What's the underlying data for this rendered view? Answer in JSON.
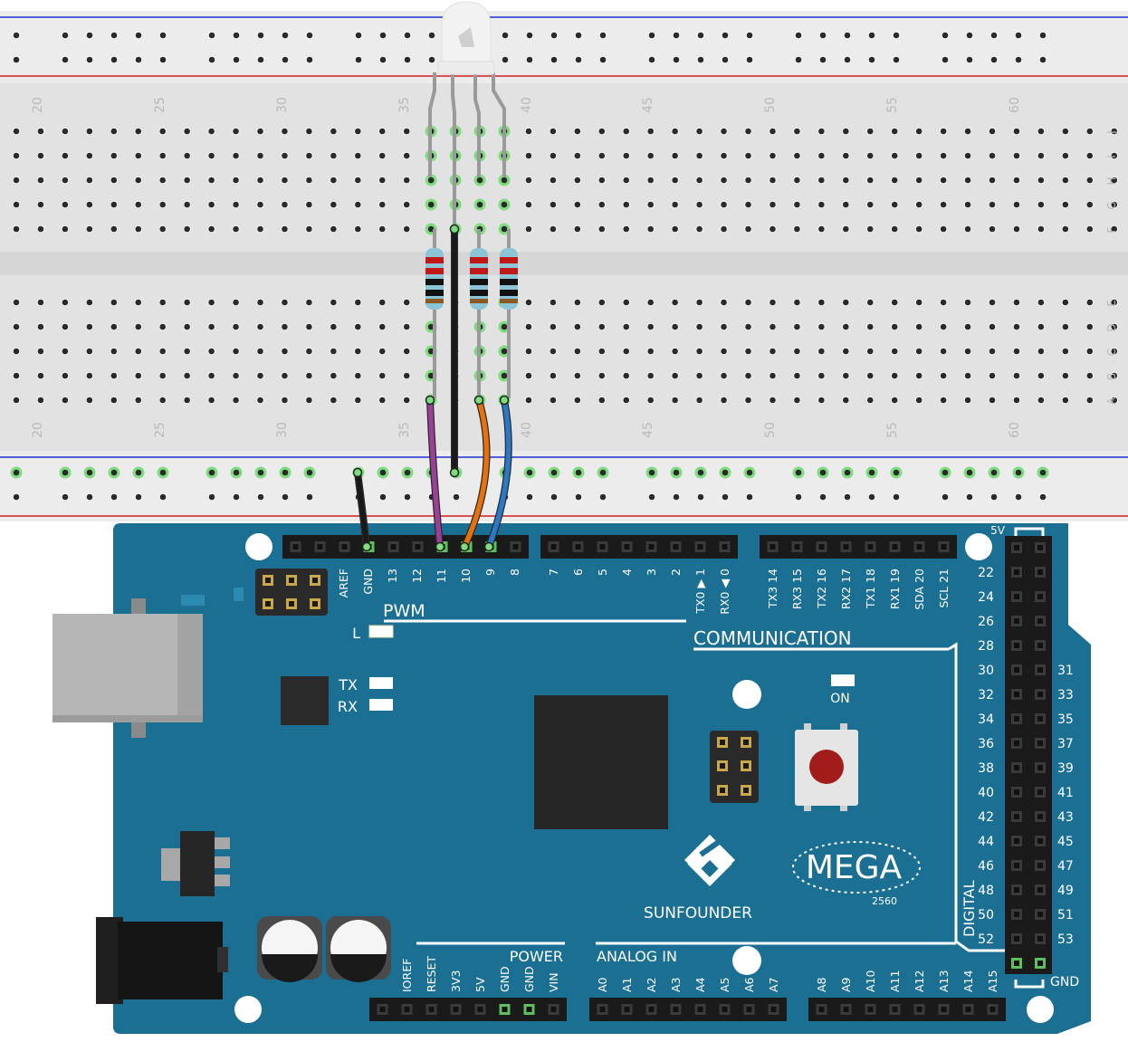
{
  "breadboard": {
    "column_numbers": [
      "20",
      "25",
      "30",
      "35",
      "40",
      "45",
      "50",
      "55",
      "60"
    ],
    "row_letters_top": [
      "J",
      "I",
      "H",
      "G",
      "F"
    ],
    "row_letters_bottom": [
      "E",
      "D",
      "C",
      "B",
      "A"
    ]
  },
  "board": {
    "brand": "SUNFOUNDER",
    "model": "MEGA",
    "model_sub": "2560",
    "pwm_label": "PWM",
    "comm_label": "COMMUNICATION",
    "power_label": "POWER",
    "analog_label": "ANALOG IN",
    "digital_label": "DIGITAL",
    "led_l": "L",
    "led_tx": "TX",
    "led_rx": "RX",
    "led_on": "ON",
    "top_pins_left": [
      "AREF",
      "GND",
      "13",
      "12",
      "11",
      "10",
      "9",
      "8"
    ],
    "top_pins_mid": [
      "7",
      "6",
      "5",
      "4",
      "3",
      "2",
      "TX0 ▶ 1",
      "RX0 ◀ 0"
    ],
    "top_pins_right": [
      "TX3 14",
      "RX3 15",
      "TX2 16",
      "RX2 17",
      "TX1 18",
      "RX1 19",
      "SDA 20",
      "SCL 21"
    ],
    "power_pins": [
      "IOREF",
      "RESET",
      "3V3",
      "5V",
      "GND",
      "GND",
      "VIN"
    ],
    "analog_pins_a": [
      "A0",
      "A1",
      "A2",
      "A3",
      "A4",
      "A5",
      "A6",
      "A7"
    ],
    "analog_pins_b": [
      "A8",
      "A9",
      "A10",
      "A11",
      "A12",
      "A13",
      "A14",
      "A15"
    ],
    "digital_left": [
      "22",
      "24",
      "26",
      "28",
      "30",
      "32",
      "34",
      "36",
      "38",
      "40",
      "42",
      "44",
      "46",
      "48",
      "50",
      "52"
    ],
    "digital_right": [
      "31",
      "33",
      "35",
      "37",
      "39",
      "41",
      "43",
      "45",
      "47",
      "49",
      "51",
      "53"
    ],
    "header_5v": "5V",
    "header_gnd": "GND"
  },
  "wires": [
    {
      "name": "gnd-wire",
      "color": "#1a1a1a"
    },
    {
      "name": "red-channel-wire",
      "color": "#9c3f98"
    },
    {
      "name": "green-channel-wire",
      "color": "#e8710e"
    },
    {
      "name": "blue-channel-wire",
      "color": "#2a78c8"
    },
    {
      "name": "common-wire",
      "color": "#1a1a1a"
    }
  ]
}
